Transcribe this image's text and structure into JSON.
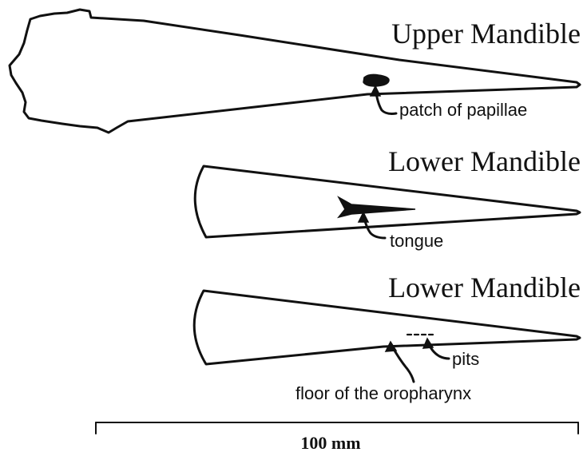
{
  "panels": {
    "upper_mandible": {
      "title": "Upper Mandible",
      "annotation": "patch of papillae"
    },
    "lower_mandible_tongue": {
      "title": "Lower Mandible",
      "annotation": "tongue"
    },
    "lower_mandible_floor": {
      "title": "Lower Mandible",
      "annotation_pits": "pits",
      "annotation_floor": "floor of the oropharynx"
    }
  },
  "scale_bar": {
    "label": "100 mm"
  },
  "colors": {
    "ink": "#111111",
    "background": "#ffffff"
  }
}
